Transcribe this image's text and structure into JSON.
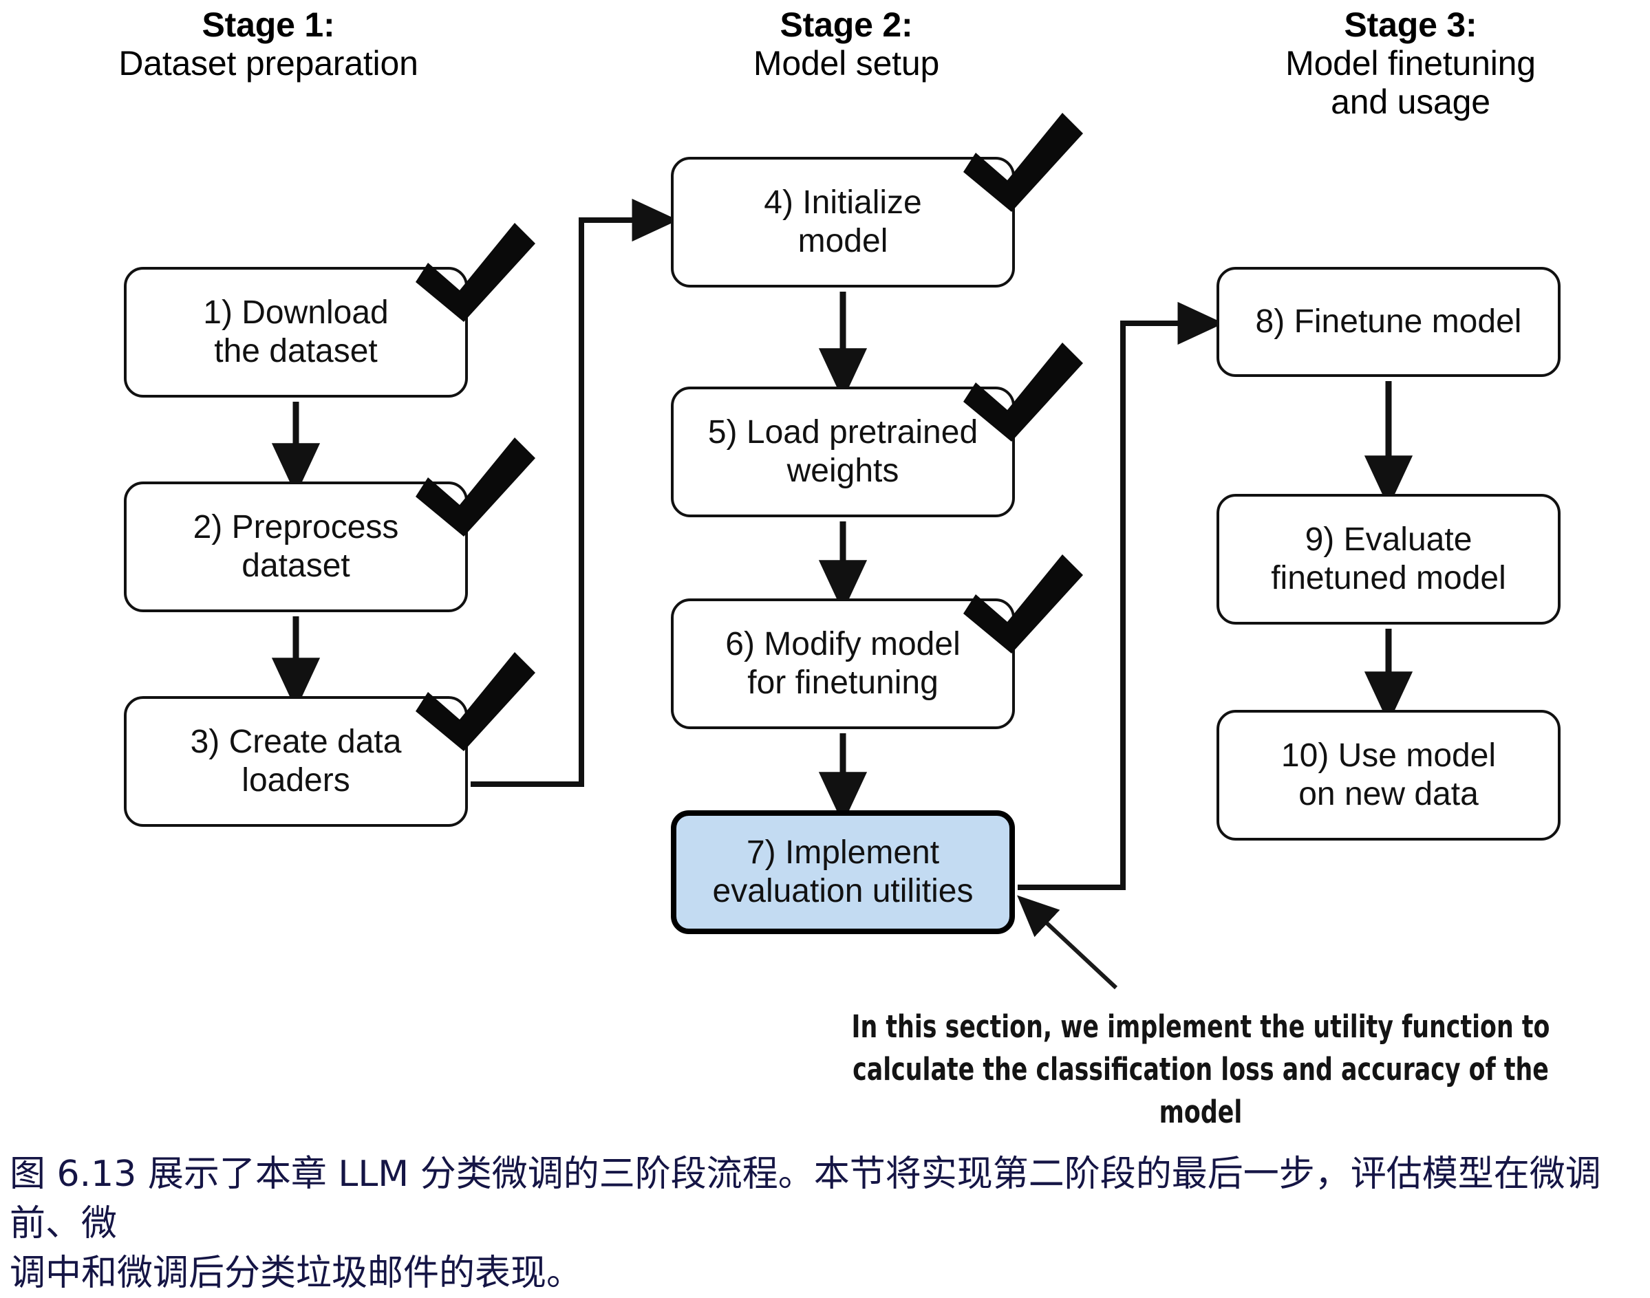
{
  "figure": {
    "type": "flowchart",
    "title": "Three-stage LLM classification finetuning pipeline"
  },
  "stages": [
    {
      "number": "Stage 1:",
      "subtitle": "Dataset preparation"
    },
    {
      "number": "Stage 2:",
      "subtitle": "Model setup"
    },
    {
      "number": "Stage 3:",
      "subtitle": "Model finetuning\nand usage"
    }
  ],
  "boxes": [
    {
      "id": "box1",
      "label": "1) Download\nthe dataset",
      "stage": 1,
      "highlighted": false,
      "checked": true
    },
    {
      "id": "box2",
      "label": "2) Preprocess\ndataset",
      "stage": 1,
      "highlighted": false,
      "checked": true
    },
    {
      "id": "box3",
      "label": "3) Create data\nloaders",
      "stage": 1,
      "highlighted": false,
      "checked": true
    },
    {
      "id": "box4",
      "label": "4) Initialize\nmodel",
      "stage": 2,
      "highlighted": false,
      "checked": true
    },
    {
      "id": "box5",
      "label": "5) Load pretrained\nweights",
      "stage": 2,
      "highlighted": false,
      "checked": true
    },
    {
      "id": "box6",
      "label": "6) Modify model\nfor finetuning",
      "stage": 2,
      "highlighted": false,
      "checked": true
    },
    {
      "id": "box7",
      "label": "7) Implement\nevaluation utilities",
      "stage": 2,
      "highlighted": true,
      "checked": false
    },
    {
      "id": "box8",
      "label": "8) Finetune model",
      "stage": 3,
      "highlighted": false,
      "checked": false
    },
    {
      "id": "box9",
      "label": "9) Evaluate\nfinetuned model",
      "stage": 3,
      "highlighted": false,
      "checked": false
    },
    {
      "id": "box10",
      "label": "10) Use model\non new data",
      "stage": 3,
      "highlighted": false,
      "checked": false
    }
  ],
  "annotation": {
    "text": "In this section, we implement the utility function to\ncalculate the classification loss and accuracy of the model",
    "points_to": "box7"
  },
  "caption": {
    "text": "图 6.13 展示了本章 LLM 分类微调的三阶段流程。本节将实现第二阶段的最后一步，评估模型在微调前、微\n调中和微调后分类垃圾邮件的表现。"
  },
  "colors": {
    "highlight_fill": "#c3dbf2",
    "box_stroke": "#111111",
    "text": "#111111",
    "caption_text": "#151545",
    "background": "#ffffff"
  }
}
